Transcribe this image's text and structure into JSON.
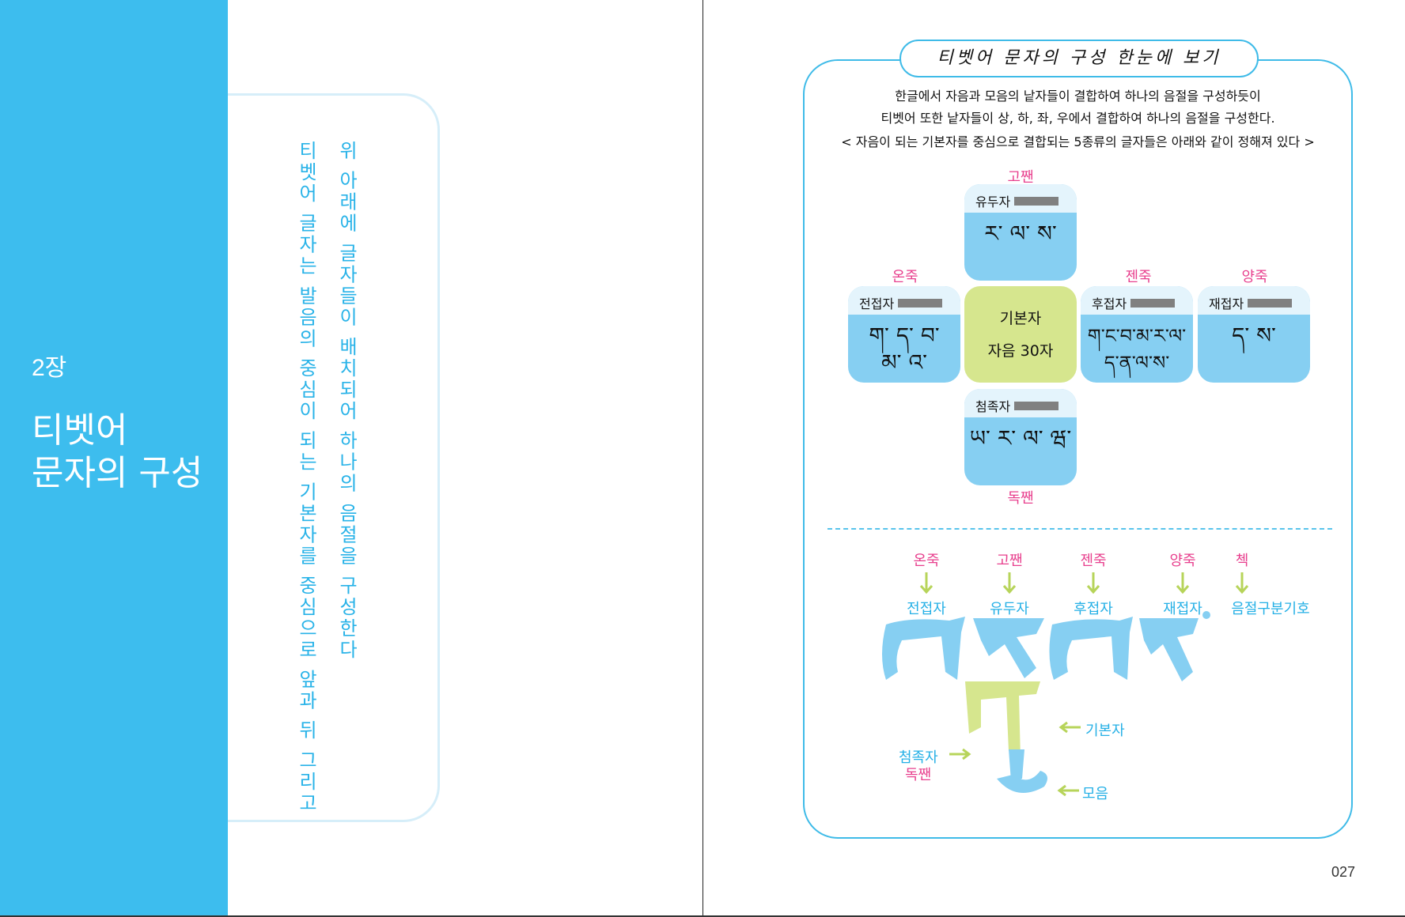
{
  "left": {
    "chapter_num": "2장",
    "chapter_title_line1": "티벳어",
    "chapter_title_line2": "문자의 구성",
    "vertical_col1": "위 아래에 글자들이 배치되어 하나의 음절을 구성한다",
    "vertical_col2": "티벳어 글자는 발음의 중심이 되는 기본자를 중심으로 앞과 뒤 그리고"
  },
  "right": {
    "title": "티벳어 문자의 구성 한눈에 보기",
    "intro_line1": "한글에서 자음과 모음의 낱자들이 결합하여 하나의 음절을 구성하듯이",
    "intro_line2": "티벳어 또한 낱자들이 상, 하, 좌, 우에서 결합하여 하나의 음절을 구성한다.",
    "intro_line3": "< 자음이 되는 기본자를 중심으로 결합되는 5종류의 글자들은 아래와 같이 정해져 있다 >",
    "labels": {
      "top": "고짼",
      "left": "온죽",
      "right1": "젠죽",
      "right2": "양죽",
      "bottom": "독짼"
    },
    "cards": {
      "top": {
        "title": "유두자",
        "line1": "ར་ ལ་ ས་"
      },
      "left": {
        "title": "전접자",
        "line1": "ག་ ད་ བ་",
        "line2": "མ་ འ་"
      },
      "right1": {
        "title": "후접자",
        "line1": "ག་ང་བ་མ་ར་ལ་",
        "line2": "ད་ན་ལ་ས་"
      },
      "right2": {
        "title": "재접자",
        "line1": "ད་ ས་"
      },
      "bottom": {
        "title": "첨족자",
        "line1": "ཡ་ ར་ ལ་ ཝ་"
      }
    },
    "center": {
      "line1": "기본자",
      "line2": "자음 30자"
    },
    "diagram": {
      "top_labels": [
        "온죽",
        "고짼",
        "젠죽",
        "양죽",
        "첵"
      ],
      "bottom_labels": [
        "전접자",
        "유두자",
        "후접자",
        "재접자",
        "음절구분기호"
      ],
      "big_letters": "བ སྒྲ བ ས ་",
      "stacked": "སྒྲུ",
      "callout_base": "기본자",
      "callout_sub1": "첨족자",
      "callout_sub2": "독짼",
      "callout_vowel": "모음"
    },
    "page_number": "027"
  },
  "colors": {
    "band": "#3dbdee",
    "pink": "#e8408e",
    "blue": "#25b0e6",
    "card": "#86cff2",
    "center": "#d6e68e",
    "arrow": "#b7d45a"
  }
}
